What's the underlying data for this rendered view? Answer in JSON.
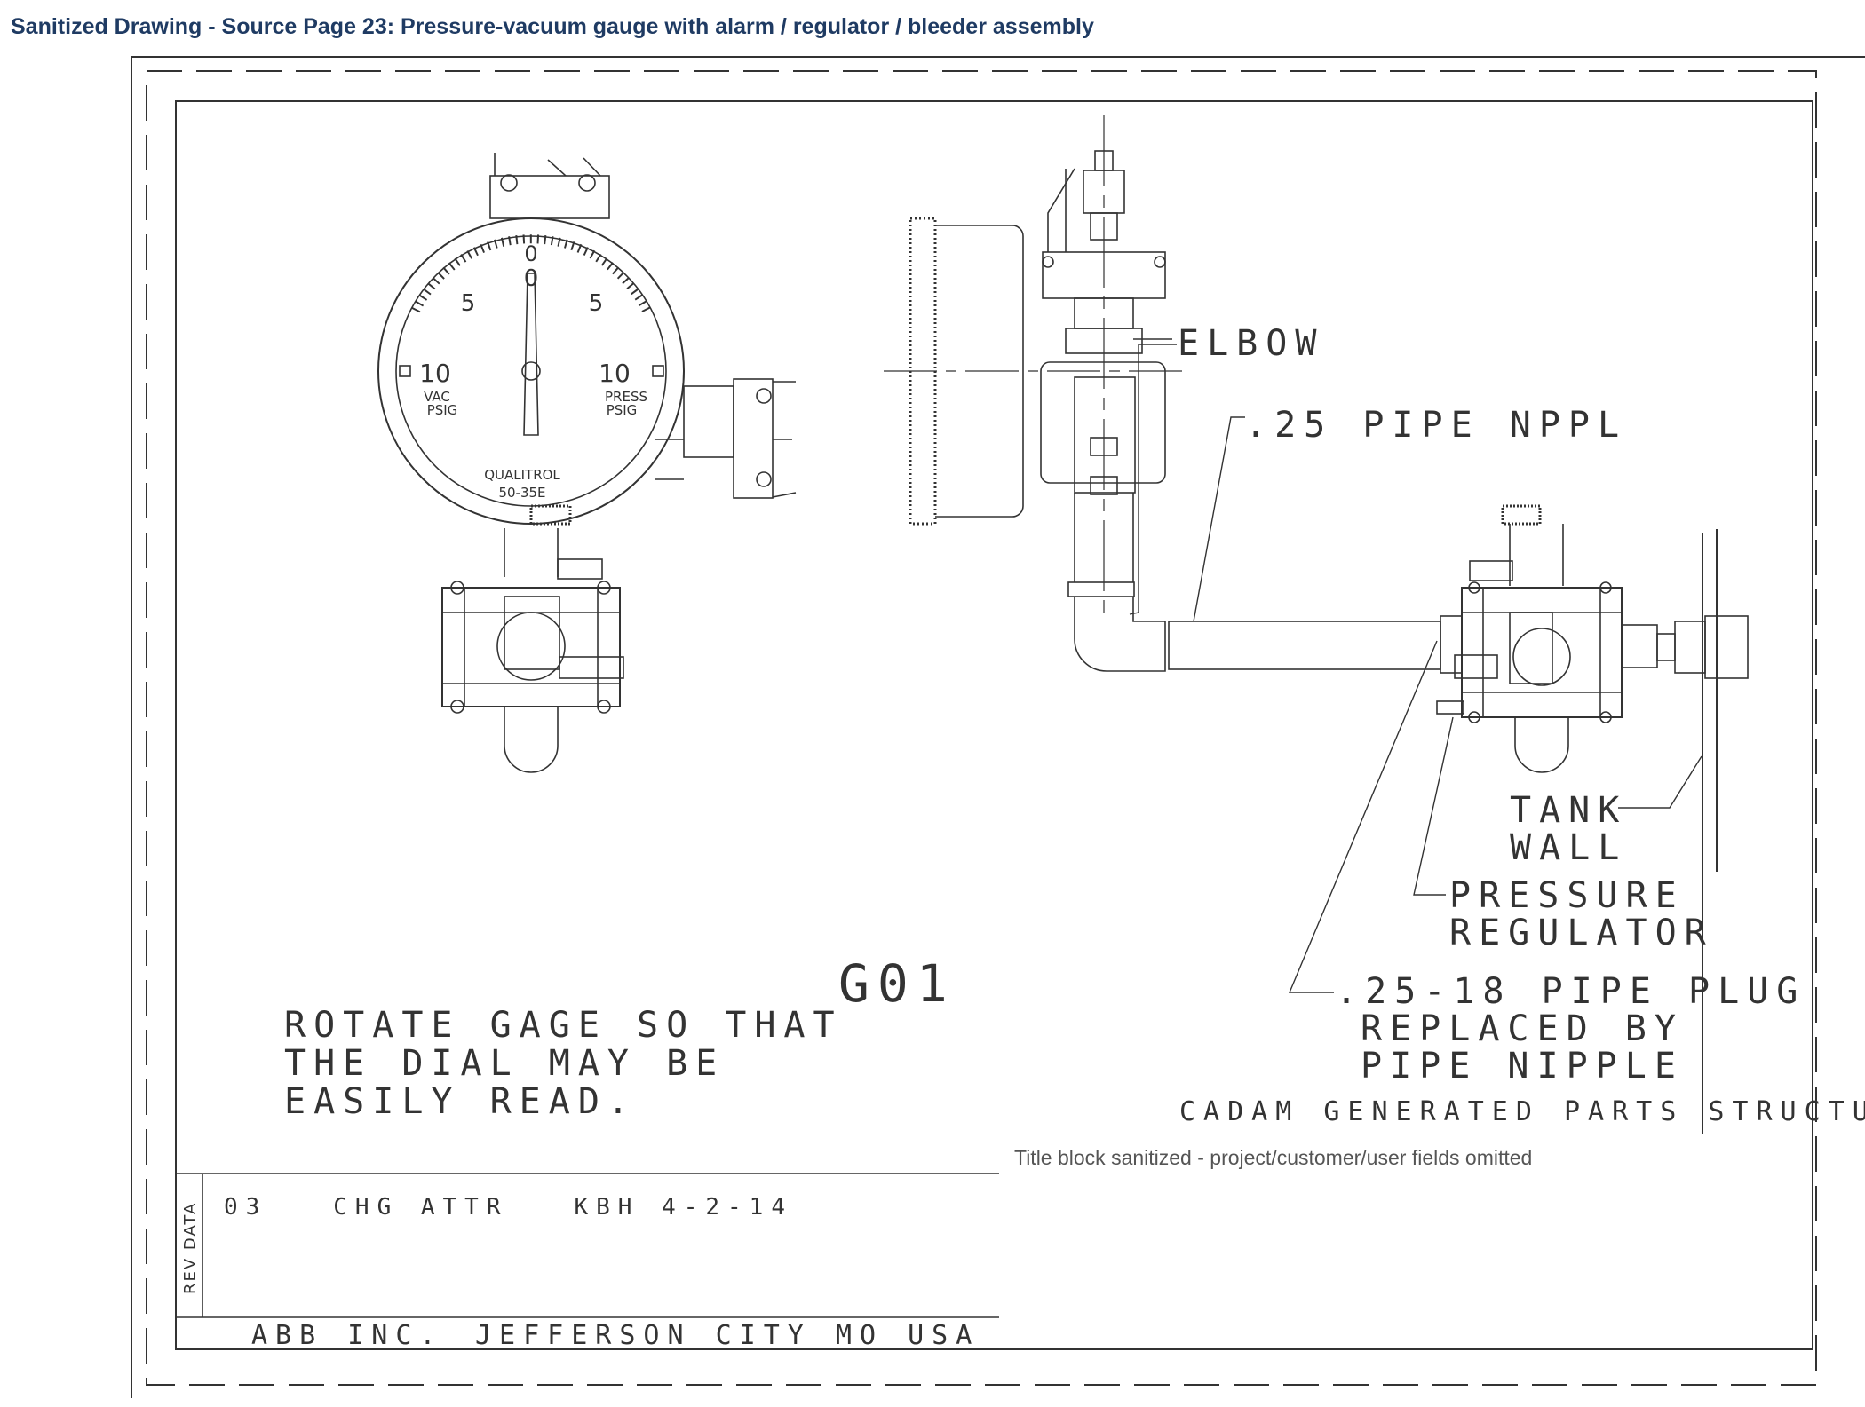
{
  "title": "Sanitized Drawing - Source Page 23: Pressure-vacuum gauge with alarm / regulator / bleeder assembly",
  "gauge": {
    "top_tick": "0",
    "zero": "0",
    "left_five": "5",
    "right_five": "5",
    "vac_ten": "10",
    "press_ten": "10",
    "vac_label": "VAC",
    "vac_unit": "PSIG",
    "press_label": "PRESS",
    "press_unit": "PSIG",
    "brand": "QUALITROL",
    "model": "50-35E"
  },
  "callouts": {
    "elbow": "ELBOW",
    "pipe_nppl": ".25 PIPE NPPL",
    "tank_line1": "TANK",
    "tank_line2": "WALL",
    "regulator_line1": "PRESSURE",
    "regulator_line2": "REGULATOR",
    "plug_line1": ".25-18 PIPE PLUG",
    "plug_line2": "REPLACED BY",
    "plug_line3": "PIPE NIPPLE"
  },
  "drawing_code": "G01",
  "instruction": {
    "line1": "ROTATE GAGE SO THAT",
    "line2": "THE DIAL MAY BE",
    "line3": "EASILY READ."
  },
  "parts_structure": "CADAM GENERATED PARTS STRUCTURE",
  "sanitized_note": "Title block sanitized - project/customer/user fields omitted",
  "rev_block": {
    "label": "REV DATA",
    "entry": "03   CHG ATTR   KBH 4-2-14"
  },
  "company": {
    "name": "ABB INC.",
    "location": "JEFFERSON CITY MO USA"
  }
}
